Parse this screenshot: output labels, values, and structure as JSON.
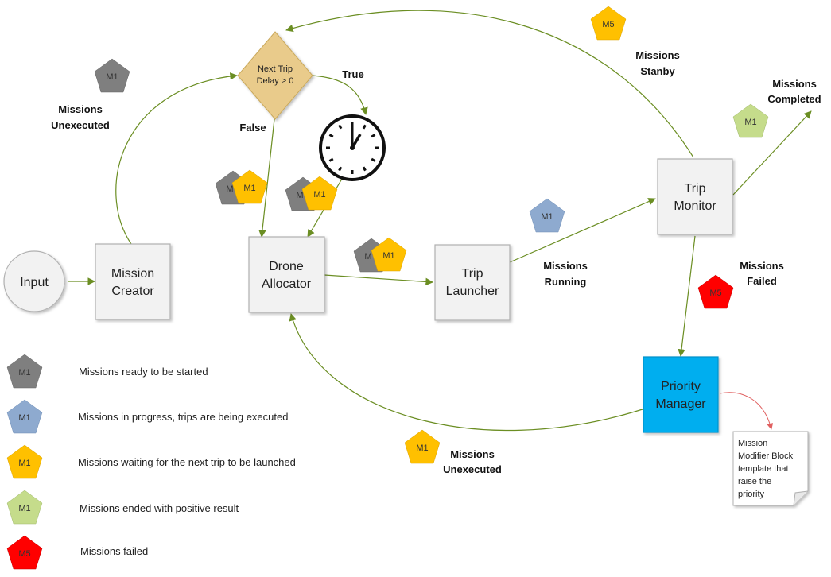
{
  "colors": {
    "unexecuted": "#7f7f7f",
    "running": "#8eaacf",
    "waiting": "#ffc000",
    "completed": "#c5dc8b",
    "failed": "#ff0000",
    "decision": "#e9cb8b",
    "priority": "#00aeef",
    "arrow": "#6b8e23",
    "note_arrow": "#e06060"
  },
  "nodes": {
    "input": "Input",
    "mission_creator": [
      "Mission",
      "Creator"
    ],
    "drone_allocator": [
      "Drone",
      "Allocator"
    ],
    "trip_launcher": [
      "Trip",
      "Launcher"
    ],
    "trip_monitor": [
      "Trip",
      "Monitor"
    ],
    "priority_manager": [
      "Priority",
      "Manager"
    ],
    "decision": [
      "Next Trip",
      "Delay > 0"
    ]
  },
  "labels": {
    "true": "True",
    "false": "False",
    "missions_unexecuted_top": [
      "Missions",
      "Unexecuted"
    ],
    "missions_stanby": [
      "Missions",
      "Stanby"
    ],
    "missions_completed": [
      "Missions",
      "Completed"
    ],
    "missions_running": [
      "Missions",
      "Running"
    ],
    "missions_failed": [
      "Missions",
      "Failed"
    ],
    "missions_unexecuted_bottom": [
      "Missions",
      "Unexecuted"
    ]
  },
  "badges": {
    "m1": "M1",
    "m5": "M5",
    "partial": "M"
  },
  "note": [
    "Mission",
    "Modifier Block",
    "template that",
    "raise the",
    "priority"
  ],
  "legend": [
    {
      "badge": "M1",
      "color_key": "unexecuted",
      "text": "Missions ready to be started"
    },
    {
      "badge": "M1",
      "color_key": "running",
      "text": "Missions in progress, trips are being executed"
    },
    {
      "badge": "M1",
      "color_key": "waiting",
      "text": "Missions waiting for the next trip to be launched"
    },
    {
      "badge": "M1",
      "color_key": "completed",
      "text": "Missions ended with positive result"
    },
    {
      "badge": "M5",
      "color_key": "failed",
      "text": "Missions failed"
    }
  ],
  "clock_icon": "clock-icon"
}
